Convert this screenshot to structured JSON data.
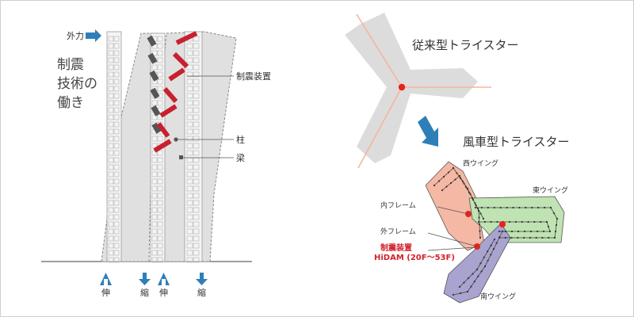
{
  "left_panel": {
    "force_label": "外力",
    "title": "制震\n技術の\n働き",
    "damper_label": "制震装置",
    "column_label": "柱",
    "beam_label": "梁",
    "bottom_labels": [
      "伸",
      "縮",
      "伸",
      "縮"
    ]
  },
  "right_panel": {
    "conventional_title": "従来型トライスター",
    "pinwheel_title": "風車型トライスター",
    "wing_west": "西ウイング",
    "wing_east": "東ウイング",
    "wing_south": "南ウイング",
    "inner_frame": "内フレーム",
    "outer_frame": "外フレーム",
    "device_label": "制震装置",
    "device_model": "HiDAM (20F〜53F)"
  },
  "colors": {
    "building_fill": "#e0e0e0",
    "damper_red": "#c8202e",
    "accent_blue": "#2e7fb8",
    "west_wing": "#f4b8a4",
    "east_wing": "#bfe3b2",
    "south_wing": "#a9a3cf",
    "core_red": "#e8221e"
  }
}
